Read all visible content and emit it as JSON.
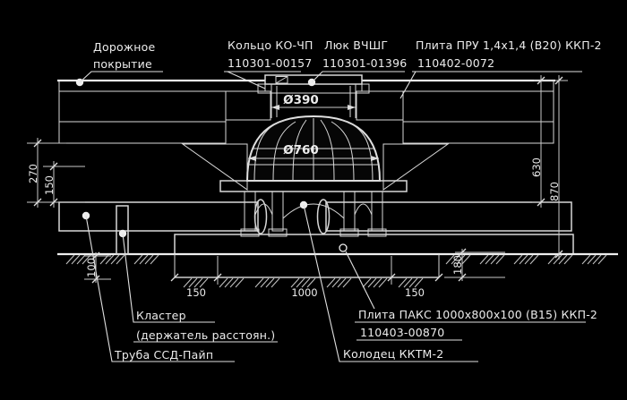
{
  "drawing": {
    "type": "engineering-cross-section",
    "subject": "Кабельный колодец под дорожным покрытием"
  },
  "labels": {
    "road_surface_1": "Дорожное",
    "road_surface_2": "покрытие",
    "ring_1": "Кольцо КО-ЧП",
    "ring_2": "110301-00157",
    "cover_1": "Люк ВЧШГ",
    "cover_2": "110301-01396",
    "top_plate_1": "Плита ПРУ 1,4х1,4 (В20) ККП-2",
    "top_plate_2": "110402-0072",
    "cluster_1": "Кластер",
    "cluster_2": "(держатель расстоян.)",
    "pipe": "Труба ССД-Пайп",
    "bottom_plate_1": "Плита ПАКС 1000х800х100 (В15) ККП-2",
    "bottom_plate_2": "110403-00870",
    "well": "Колодец ККТМ-2"
  },
  "dimensions": {
    "cover_opening": "Ø390",
    "well_diameter": "Ø760",
    "left_outer": "270",
    "left_inner": "150",
    "right_inner": "630",
    "right_outer": "870",
    "bottom_left": "150",
    "bottom_center": "1000",
    "bottom_right": "150",
    "bedding_left": "100",
    "bedding_right": "180"
  },
  "colors": {
    "background": "#000000",
    "line": "#e0e0e0"
  }
}
